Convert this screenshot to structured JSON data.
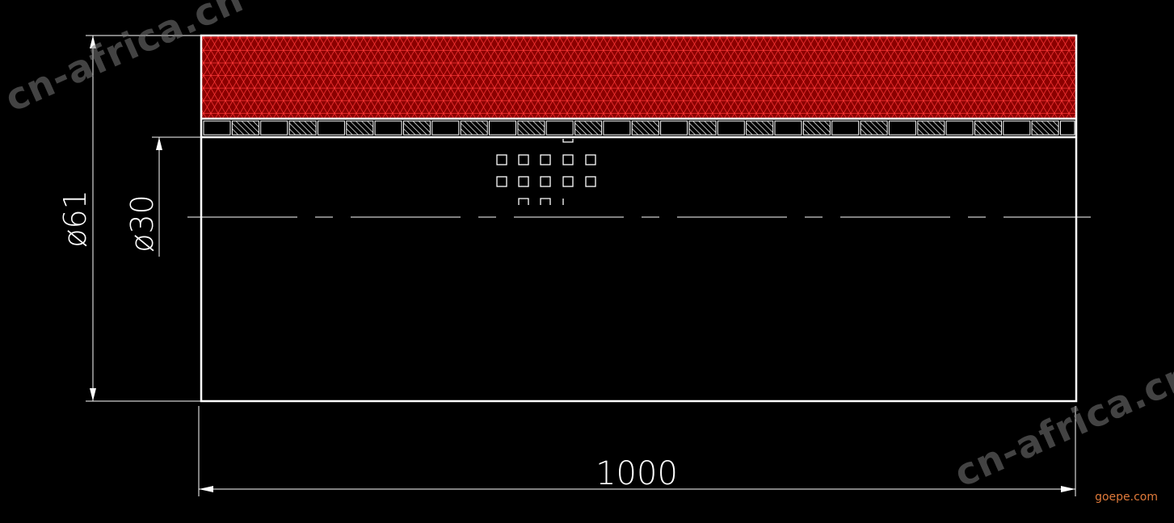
{
  "drawing": {
    "dimension_length": "1000",
    "dimension_outer_diameter": "ø61",
    "dimension_inner_diameter": "ø30"
  },
  "watermarks": {
    "left": "cn-africa.cn",
    "right": "cn-africa.cn",
    "brand": "goepe.com"
  },
  "colors": {
    "background": "#000000",
    "line": "#ffffff",
    "hatch_fill": "#8b0000",
    "hatch_line": "#ff3030"
  }
}
